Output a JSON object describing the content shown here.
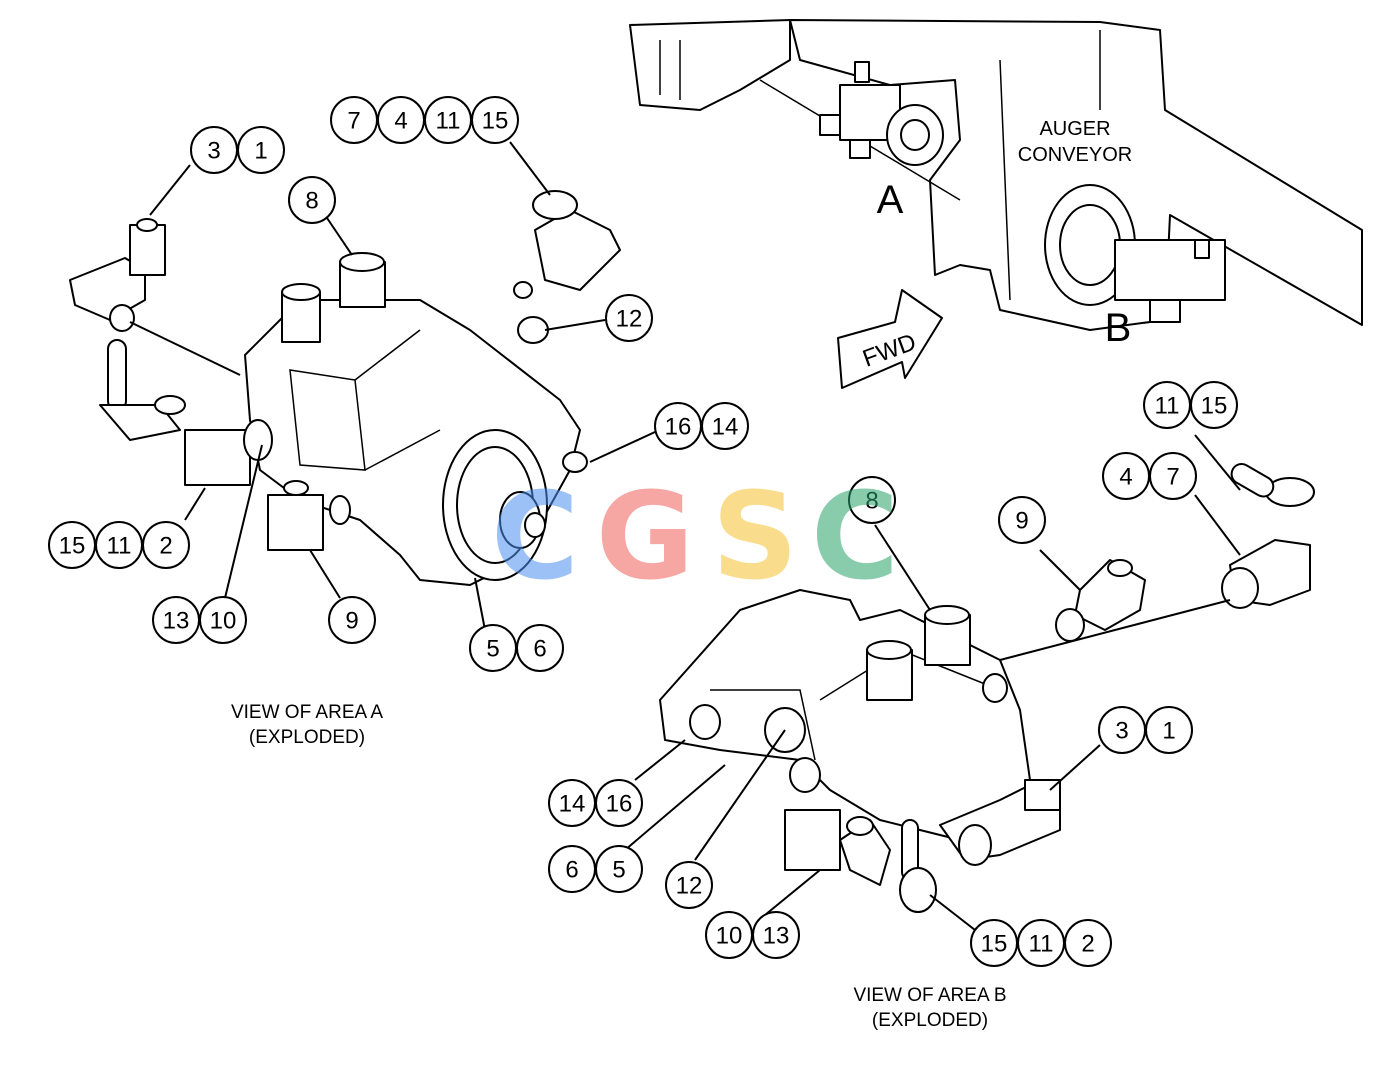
{
  "locator": {
    "label_line1": "AUGER",
    "label_line2": "CONVEYOR",
    "area_a_letter": "A",
    "area_b_letter": "B",
    "fwd_label": "FWD"
  },
  "view_a": {
    "caption_line1": "VIEW OF AREA A",
    "caption_line2": "(EXPLODED)",
    "callouts": [
      {
        "items": [
          "3",
          "1"
        ]
      },
      {
        "items": [
          "7",
          "4",
          "11",
          "15"
        ]
      },
      {
        "items": [
          "8"
        ]
      },
      {
        "items": [
          "12"
        ]
      },
      {
        "items": [
          "16",
          "14"
        ]
      },
      {
        "items": [
          "15",
          "11",
          "2"
        ]
      },
      {
        "items": [
          "13",
          "10"
        ]
      },
      {
        "items": [
          "9"
        ]
      },
      {
        "items": [
          "5",
          "6"
        ]
      }
    ]
  },
  "view_b": {
    "caption_line1": "VIEW OF AREA B",
    "caption_line2": "(EXPLODED)",
    "callouts": [
      {
        "items": [
          "11",
          "15"
        ]
      },
      {
        "items": [
          "4",
          "7"
        ]
      },
      {
        "items": [
          "8"
        ]
      },
      {
        "items": [
          "9"
        ]
      },
      {
        "items": [
          "3",
          "1"
        ]
      },
      {
        "items": [
          "14",
          "16"
        ]
      },
      {
        "items": [
          "6",
          "5"
        ]
      },
      {
        "items": [
          "12"
        ]
      },
      {
        "items": [
          "10",
          "13"
        ]
      },
      {
        "items": [
          "15",
          "11",
          "2"
        ]
      }
    ]
  },
  "watermark": {
    "letters": [
      "C",
      "G",
      "S",
      "C"
    ],
    "colors": [
      "#4a8ff0",
      "#f0605a",
      "#f5c330",
      "#2aa36a"
    ]
  }
}
